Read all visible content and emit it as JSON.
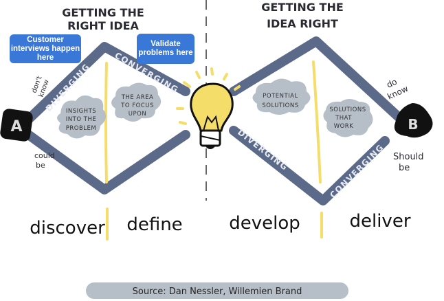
{
  "headings": {
    "left": [
      "GETTING THE",
      "RIGHT IDEA"
    ],
    "right": [
      "GETTING THE",
      "IDEA RIGHT"
    ]
  },
  "callouts": [
    {
      "text": "Customer interviews happen here"
    },
    {
      "text": "Validate problems here"
    }
  ],
  "nodes": {
    "start": "A",
    "end": "B"
  },
  "notes": {
    "dont_know": [
      "don't",
      "know"
    ],
    "could_be": [
      "could",
      "be"
    ],
    "do_know": [
      "do",
      "know"
    ],
    "should_be": [
      "Should",
      "be"
    ]
  },
  "arms": {
    "diverging_1": "DIVERGING",
    "converging_1": "CONVERGING",
    "diverging_2": "DIVERGING",
    "converging_2": "CONVERGING"
  },
  "clouds": [
    [
      "INSIGHTS",
      "INTO THE",
      "PROBLEM"
    ],
    [
      "THE AREA",
      "TO FOCUS",
      "UPON"
    ],
    [
      "POTENTIAL",
      "SOLUTIONS"
    ],
    [
      "SOLUTIONS",
      "THAT",
      "WORK"
    ]
  ],
  "phases": [
    "discover",
    "define",
    "develop",
    "deliver"
  ],
  "source": "Source:  Dan Nessler, Willemien Brand",
  "colors": {
    "arm": "#5c6a8a",
    "highlight": "#f5dd6a",
    "cloud": "#b6bfc7",
    "callout": "#3a78d8",
    "node": "#111111"
  }
}
